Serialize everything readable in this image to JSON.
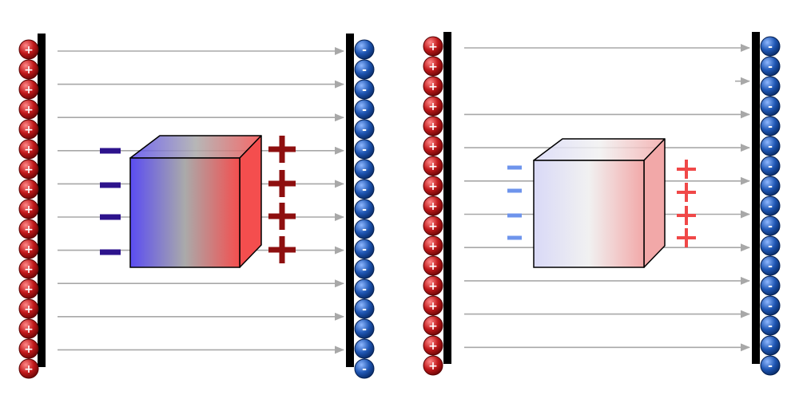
{
  "colors": {
    "background": "#ffffff",
    "plate": "#000000",
    "positive_charge": "#c0181a",
    "negative_charge": "#1f56b3",
    "field_arrow": "#a8a8a8",
    "left_panel_minus": "#2d138c",
    "left_panel_plus": "#8e0f0f",
    "right_panel_minus": "#6e94ec",
    "right_panel_plus": "#f04848",
    "left_box_start": "#5a4cf2",
    "left_box_mid": "#aaaaaa",
    "left_box_end": "#f44e4e",
    "right_box_start": "#d9d9f7",
    "right_box_mid": "#f1f1f1",
    "right_box_end": "#f2a8a8"
  },
  "charges": {
    "positive_symbol": "+",
    "negative_symbol": "-",
    "per_plate": 17
  },
  "panels": [
    {
      "id": "left",
      "field_line_count": 10,
      "induced_minus_count": 4,
      "induced_plus_count": 4,
      "arrow_gap_rows": []
    },
    {
      "id": "right",
      "field_line_count": 10,
      "induced_minus_count": 4,
      "induced_plus_count": 4,
      "arrow_gap_rows": [
        1
      ]
    }
  ]
}
